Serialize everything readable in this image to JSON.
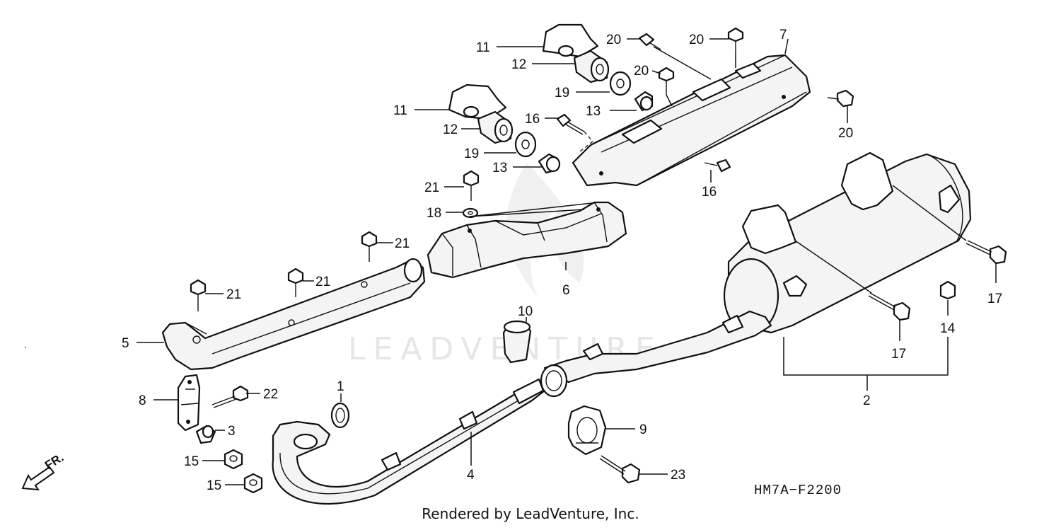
{
  "diagram_code": "HM7A−F2200",
  "footer": "Rendered by LeadVenture, Inc.",
  "watermark": "LEADVENTURE",
  "direction_label": "FR.",
  "callouts": {
    "c1": "1",
    "c2": "2",
    "c3": "3",
    "c4": "4",
    "c5": "5",
    "c6": "6",
    "c7": "7",
    "c8": "8",
    "c9": "9",
    "c10": "10",
    "c11a": "11",
    "c11b": "11",
    "c12a": "12",
    "c12b": "12",
    "c13a": "13",
    "c13b": "13",
    "c14": "14",
    "c15a": "15",
    "c15b": "15",
    "c16a": "16",
    "c16b": "16",
    "c17a": "17",
    "c17b": "17",
    "c18": "18",
    "c19a": "19",
    "c19b": "19",
    "c20a": "20",
    "c20b": "20",
    "c20c": "20",
    "c20d": "20",
    "c21a": "21",
    "c21b": "21",
    "c21c": "21",
    "c21d": "21",
    "c22": "22",
    "c23": "23"
  }
}
